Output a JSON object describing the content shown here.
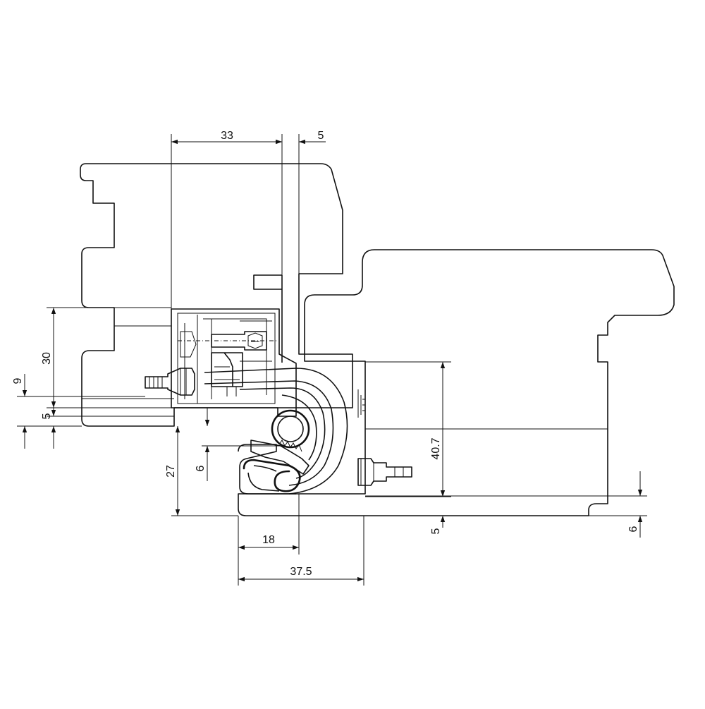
{
  "drawing": {
    "dimensions": {
      "d33": "33",
      "d5_top": "5",
      "d30": "30",
      "d9": "9",
      "d5_left": "5",
      "d27": "27",
      "d6_left": "6",
      "d40_7": "40.7",
      "d5_right": "5",
      "d6_right": "6",
      "d18": "18",
      "d37_5": "37.5"
    }
  }
}
